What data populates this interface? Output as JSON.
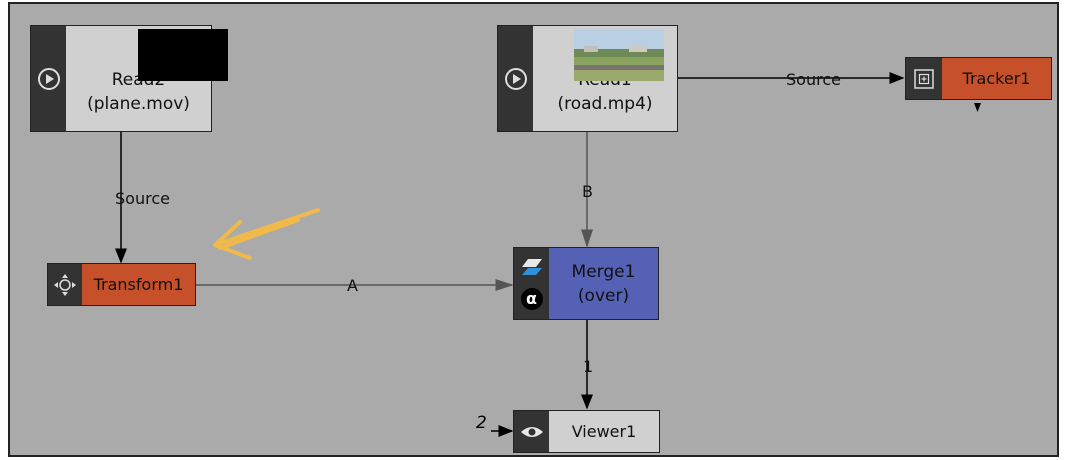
{
  "nodes": {
    "read2": {
      "name": "Read2",
      "file": "(plane.mov)"
    },
    "read1": {
      "name": "Read1",
      "file": "(road.mp4)"
    },
    "tracker": {
      "label": "Tracker1"
    },
    "transform": {
      "label": "Transform1"
    },
    "merge": {
      "name": "Merge1",
      "op": "(over)",
      "alpha_glyph": "α"
    },
    "viewer": {
      "label": "Viewer1"
    }
  },
  "wires": {
    "read1_tracker": "Source",
    "read2_transform": "Source",
    "read1_merge": "B",
    "transform_merge": "A",
    "merge_viewer": "1",
    "viewer_input": "2"
  },
  "colors": {
    "graph_bg": "#aaaaaa",
    "read_node": "#d0d0d0",
    "transform_tracker_node": "#c5502a",
    "merge_node": "#5561b5",
    "annotation_arrow": "#f0b94a"
  },
  "icons": {
    "read": "play-circle-icon",
    "tracker": "target-square-icon",
    "transform": "move-arrows-icon",
    "merge": "merge-layers-icon",
    "alpha": "alpha-icon",
    "viewer": "eye-icon"
  }
}
